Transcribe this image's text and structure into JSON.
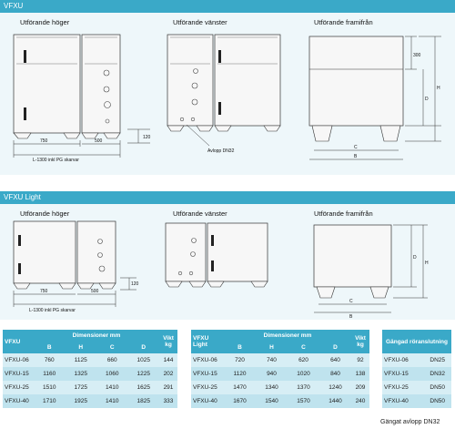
{
  "vfxu": {
    "title": "VFXU",
    "view_right": "Utförande höger",
    "view_left": "Utförande vänster",
    "view_front": "Utförande framifrån",
    "dim_750": "750",
    "dim_500": "500",
    "dim_total": "L-1300 inkl PG skarvar",
    "dim_120": "120",
    "drain": "Avlopp DN32",
    "dim_300": "300",
    "dim_D": "D",
    "dim_H": "H",
    "dim_C": "C",
    "dim_B": "B"
  },
  "light": {
    "title": "VFXU Light",
    "view_right": "Utförande höger",
    "view_left": "Utförande vänster",
    "view_front": "Utförande framifrån",
    "dim_750": "750",
    "dim_500": "500",
    "dim_total": "L-1300 inkl PG skarvar",
    "dim_120": "120",
    "dim_D": "D",
    "dim_H": "H",
    "dim_C": "C",
    "dim_B": "B"
  },
  "table1": {
    "header_model": "VFXU",
    "header_dims": "Dimensioner mm",
    "header_weight": "Vikt kg",
    "cols": [
      "B",
      "H",
      "C",
      "D"
    ],
    "rows": [
      {
        "model": "VFXU-06",
        "B": "760",
        "H": "1125",
        "C": "660",
        "D": "1025",
        "kg": "144"
      },
      {
        "model": "VFXU-15",
        "B": "1160",
        "H": "1325",
        "C": "1060",
        "D": "1225",
        "kg": "202"
      },
      {
        "model": "VFXU-25",
        "B": "1510",
        "H": "1725",
        "C": "1410",
        "D": "1625",
        "kg": "291"
      },
      {
        "model": "VFXU-40",
        "B": "1710",
        "H": "1925",
        "C": "1410",
        "D": "1825",
        "kg": "333"
      }
    ]
  },
  "table2": {
    "header_model": "VFXU Light",
    "header_dims": "Dimensioner mm",
    "header_weight": "Vikt kg",
    "cols": [
      "B",
      "H",
      "C",
      "D"
    ],
    "rows": [
      {
        "model": "VFXU-06",
        "B": "720",
        "H": "740",
        "C": "620",
        "D": "640",
        "kg": "92"
      },
      {
        "model": "VFXU-15",
        "B": "1120",
        "H": "940",
        "C": "1020",
        "D": "840",
        "kg": "138"
      },
      {
        "model": "VFXU-25",
        "B": "1470",
        "H": "1340",
        "C": "1370",
        "D": "1240",
        "kg": "209"
      },
      {
        "model": "VFXU-40",
        "B": "1670",
        "H": "1540",
        "C": "1570",
        "D": "1440",
        "kg": "240"
      }
    ]
  },
  "table3": {
    "header": "Gängad röranslutning",
    "rows": [
      {
        "model": "VFXU-06",
        "val": "DN25"
      },
      {
        "model": "VFXU-15",
        "val": "DN32"
      },
      {
        "model": "VFXU-25",
        "val": "DN50"
      },
      {
        "model": "VFXU-40",
        "val": "DN50"
      }
    ],
    "note": "Gängat avlopp DN32"
  }
}
